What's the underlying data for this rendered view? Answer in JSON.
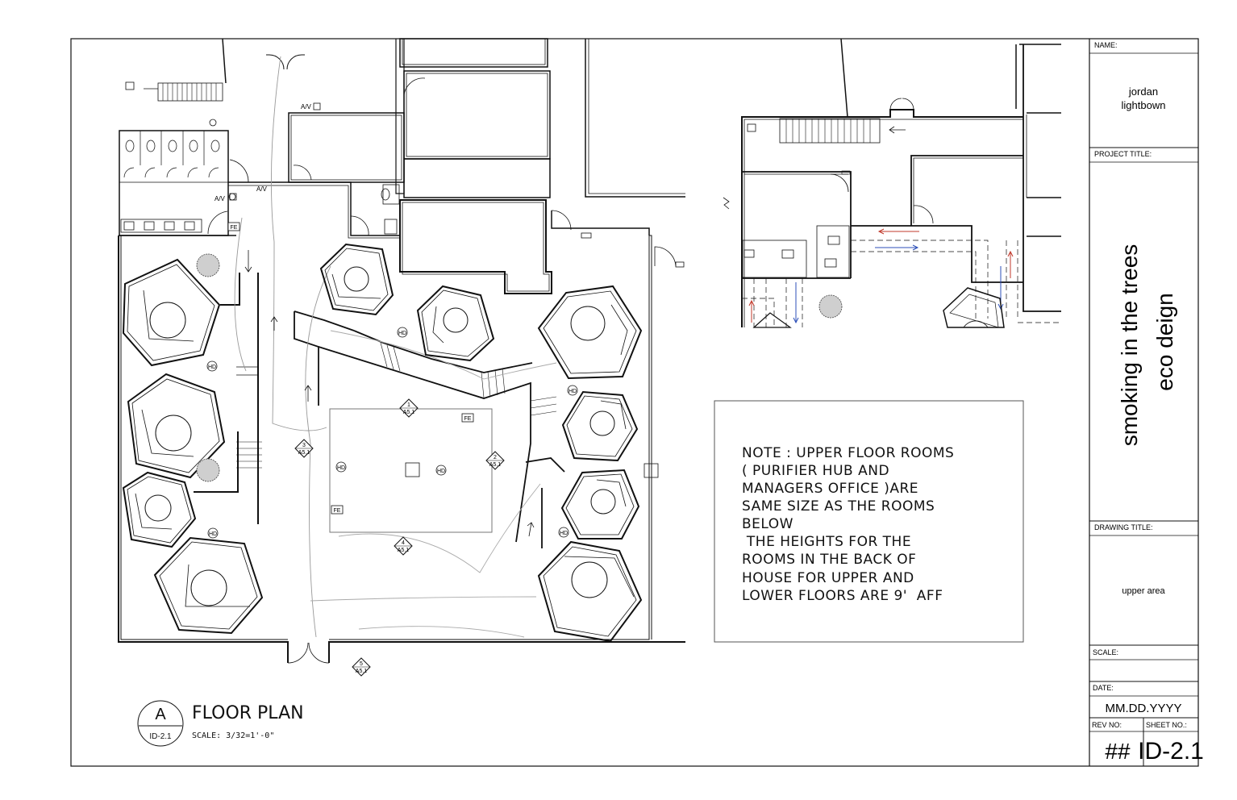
{
  "title_block": {
    "name_label": "NAME:",
    "name_line1": "jordan",
    "name_line2": "lightbown",
    "project_title_label": "PROJECT TITLE:",
    "project_title_line1": "smoking in the trees",
    "project_title_line2": "eco deign",
    "drawing_title_label": "DRAWING TITLE:",
    "drawing_title": "upper area",
    "scale_label": "SCALE:",
    "date_label": "DATE:",
    "date_value": "MM.DD.YYYY",
    "rev_no_label": "REV NO:",
    "sheet_no_label": "SHEET NO.:",
    "rev_no_value": "##",
    "sheet_no_value": "ID-2.1"
  },
  "note": {
    "lines": [
      "NOTE : UPPER FLOOR ROOMS",
      "( PURIFIER HUB AND",
      "MANAGERS OFFICE )ARE",
      "SAME SIZE AS THE ROOMS",
      "BELOW",
      " THE HEIGHTS FOR THE",
      "ROOMS IN THE BACK OF",
      "HOUSE FOR UPPER AND",
      "LOWER FLOORS ARE 9'  AFF"
    ]
  },
  "plan_label": {
    "letter": "A",
    "sheet_ref": "ID-2.1",
    "title": "FLOOR PLAN",
    "scale": "SCALE:  3/32=1'-0\""
  },
  "plan_tags": {
    "av": "A/V",
    "fe": "FE",
    "hd": "HD",
    "section_sheet": "A5.1",
    "section_1": "1",
    "section_2": "2",
    "section_3": "3",
    "section_4": "4",
    "section_5": "5"
  },
  "colors": {
    "line": "#111111",
    "light_line": "#9a9a9a",
    "duct_red": "#c0392b",
    "duct_blue": "#2c4fb8"
  }
}
